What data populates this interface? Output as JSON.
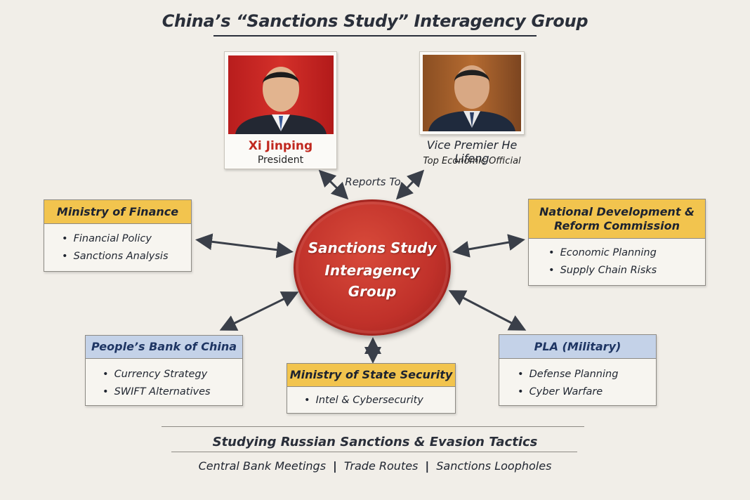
{
  "title": "China’s “Sanctions Study” Interagency Group",
  "people": [
    {
      "name": "Xi Jinping",
      "role": "President"
    },
    {
      "name": "Vice Premier He Lifeng",
      "role": "Top Economic Official"
    }
  ],
  "reports_to": "Reports To",
  "center": {
    "lines": [
      "Sanctions Study",
      "Interagency",
      "Group"
    ]
  },
  "boxes": {
    "finance": {
      "title": "Ministry of Finance",
      "items": [
        "Financial Policy",
        "Sanctions Analysis"
      ]
    },
    "ndrc": {
      "title_lines": [
        "National Development &",
        "Reform Commission"
      ],
      "items": [
        "Economic Planning",
        "Supply Chain Risks"
      ]
    },
    "pboc": {
      "title": "People’s Bank of China",
      "items": [
        "Currency Strategy",
        "SWIFT Alternatives"
      ]
    },
    "mss": {
      "title": "Ministry of State Security",
      "items": [
        "Intel & Cybersecurity"
      ]
    },
    "pla": {
      "title": "PLA (Military)",
      "items": [
        "Defense Planning",
        "Cyber Warfare"
      ]
    }
  },
  "footer": {
    "title": "Studying Russian Sanctions & Evasion Tactics",
    "items": [
      "Central Bank Meetings",
      "Trade Routes",
      "Sanctions Loopholes"
    ],
    "separator": "|"
  },
  "colors": {
    "circle": "#c0312a",
    "yellow_header": "#f2c44e",
    "blue_header": "#c4d2e8",
    "arrow": "#3a3f49",
    "name_red": "#c0281f",
    "blue_text": "#1e3563"
  }
}
